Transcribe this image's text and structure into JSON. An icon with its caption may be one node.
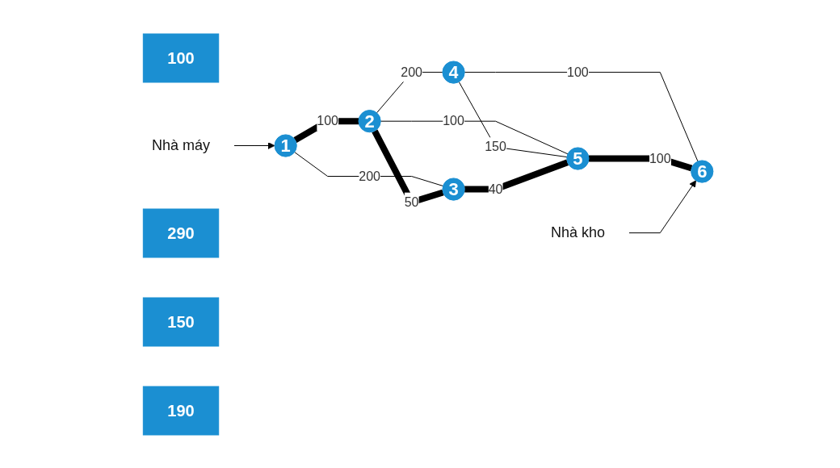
{
  "diagram": {
    "nodes": [
      {
        "text": [
          "100"
        ]
      },
      {
        "text": [
          "2"
        ]
      },
      {
        "text": [
          "4"
        ]
      },
      {
        "text": [
          "Nhà máy"
        ]
      },
      {
        "text": [
          "290"
        ]
      },
      {
        "text": [
          "1"
        ]
      },
      {
        "text": [
          "6"
        ]
      },
      {
        "text": [
          "3"
        ]
      },
      {
        "text": [
          "5"
        ]
      },
      {
        "text": [
          "Nhà kho"
        ]
      },
      {
        "text": [
          "150"
        ]
      },
      {
        "text": [
          "190"
        ]
      }
    ],
    "edges": [
      {
        "from": 3,
        "to": 5,
        "arrow": "to"
      },
      {
        "from": 5,
        "to": 1,
        "arrow": "none",
        "label": "100",
        "style": "thick"
      },
      {
        "from": 5,
        "to": 7,
        "arrow": "none",
        "label": "200"
      },
      {
        "from": 1,
        "to": 2,
        "arrow": "none",
        "label": "200"
      },
      {
        "from": 1,
        "to": 7,
        "arrow": "none",
        "label": "50",
        "style": "thick"
      },
      {
        "from": 1,
        "to": 8,
        "arrow": "none",
        "label": "100"
      },
      {
        "from": 2,
        "to": 8,
        "arrow": "none",
        "label": "150"
      },
      {
        "from": 2,
        "to": 6,
        "arrow": "none",
        "label": "100"
      },
      {
        "from": 7,
        "to": 8,
        "arrow": "none",
        "label": "40",
        "style": "thick"
      },
      {
        "from": 8,
        "to": 6,
        "arrow": "none",
        "label": "100",
        "style": "thick"
      },
      {
        "from": 9,
        "to": 6,
        "arrow": "to"
      }
    ]
  }
}
